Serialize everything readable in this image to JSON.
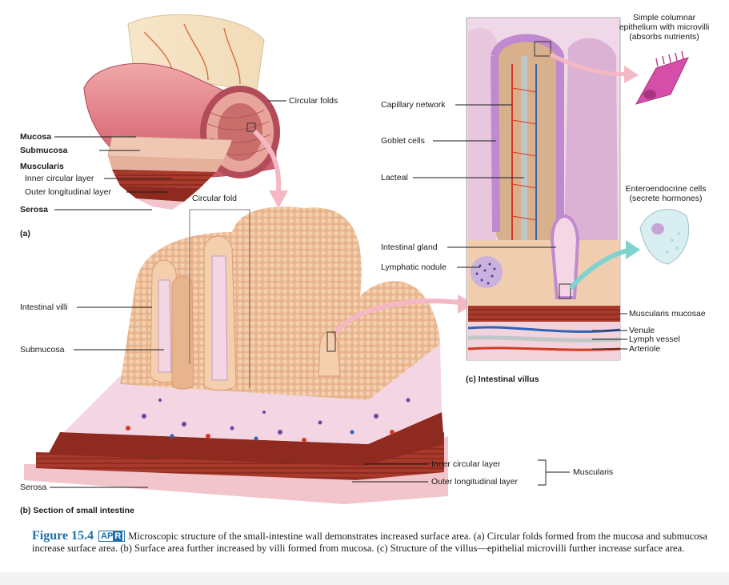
{
  "labels": {
    "circular_folds": "Circular folds",
    "mucosa": "Mucosa",
    "submucosa": "Submucosa",
    "muscularis": "Muscularis",
    "inner_circular": "Inner circular layer",
    "outer_longitudinal": "Outer longitudinal layer",
    "serosa": "Serosa",
    "circular_fold": "Circular fold",
    "panel_a": "(a)",
    "capillary_network": "Capillary network",
    "goblet_cells": "Goblet cells",
    "lacteal": "Lacteal",
    "intestinal_gland": "Intestinal gland",
    "lymphatic_nodule": "Lymphatic nodule",
    "simple_columnar_1": "Simple columnar",
    "simple_columnar_2": "epithelium with microvilli",
    "simple_columnar_3": "(absorbs nutrients)",
    "enteroendocrine_1": "Enteroendocrine cells",
    "enteroendocrine_2": "(secrete hormones)",
    "muscularis_mucosae": "Muscularis mucosae",
    "venule": "Venule",
    "lymph_vessel": "Lymph vessel",
    "arteriole": "Arteriole",
    "panel_c": "(c) Intestinal villus",
    "intestinal_villi": "Intestinal villi",
    "submucosa_b": "Submucosa",
    "b_inner_circular": "Inner circular layer",
    "b_outer_longitudinal": "Outer longitudinal layer",
    "b_muscularis": "Muscularis",
    "serosa_b": "Serosa",
    "panel_b": "(b) Section of small intestine"
  },
  "caption": {
    "figure": "Figure 15.4",
    "apr_a": "AP",
    "apr_r": "R",
    "text": "Microscopic structure of the small-intestine wall demonstrates increased surface area. (a) Circular folds formed from the mucosa and submucosa increase surface area. (b) Surface area further increased by villi formed from mucosa. (c) Structure of the villus—epithelial microvilli further increase surface area."
  },
  "colors": {
    "mucosa": "#d98a7a",
    "villus_tan": "#e3b48e",
    "muscle": "#9c2f22",
    "serosa": "#f2c5cc",
    "lymph": "#bfc7c9",
    "artery": "#d23b1f",
    "vein": "#2f63b8",
    "epithelium": "#c08ad0",
    "arrow_pink": "#f4b8c4",
    "arrow_teal": "#7fd3cf",
    "caption_blue": "#1f6fa8"
  }
}
